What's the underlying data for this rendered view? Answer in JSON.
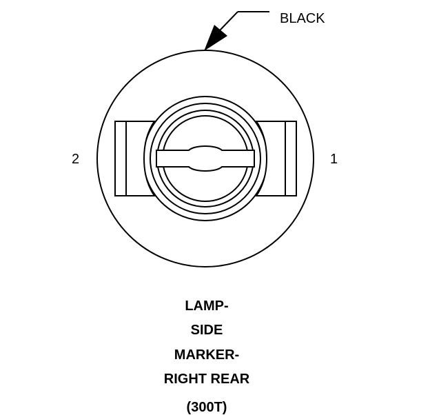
{
  "connector": {
    "wire_color_label": "BLACK",
    "pin_left_label": "2",
    "pin_right_label": "1"
  },
  "caption": {
    "line1": "LAMP-",
    "line2": "SIDE",
    "line3": "MARKER-",
    "line4": "RIGHT REAR",
    "line5": "(300T)"
  }
}
